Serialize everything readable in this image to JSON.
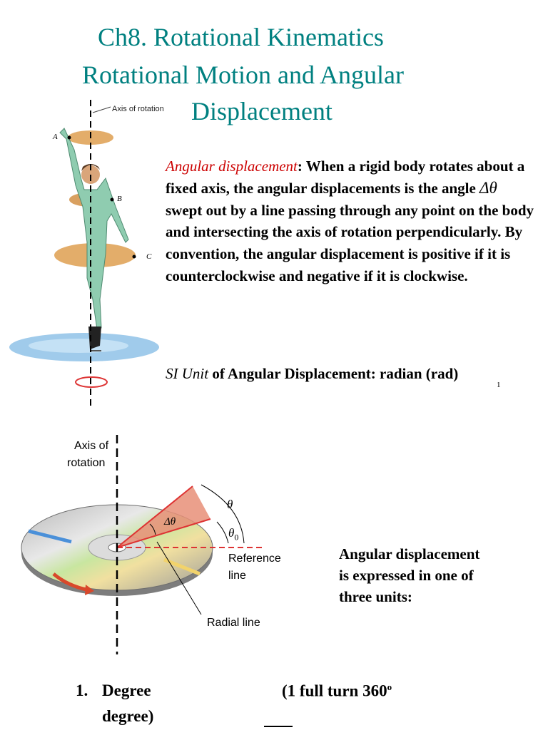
{
  "title": {
    "line1": "Ch8.   Rotational Kinematics",
    "line2": "Rotational Motion and Angular",
    "line3": "Displacement"
  },
  "skater_figure": {
    "axis_label": "Axis of rotation",
    "point_a": "A",
    "point_b": "B",
    "point_c": "C"
  },
  "definition": {
    "term": "Angular displacement",
    "colon": ":",
    "part1": " When a rigid body rotates about a fixed axis, the angular displacements is the angle ",
    "symbol": "Δθ",
    "part2": "   swept out by a line passing through any point on the body and intersecting the axis of rotation perpendicularly. By convention, the angular displacement is positive if it is counterclockwise and negative if it is clockwise."
  },
  "si_unit": {
    "term": "SI Unit",
    "rest": " of Angular Displacement: radian (rad)"
  },
  "slide_number": "1",
  "cd_figure": {
    "axis_label_line1": "Axis of",
    "axis_label_line2": "rotation",
    "theta": "θ",
    "delta_theta": "Δθ",
    "theta0": "θ",
    "theta0_sub": "0",
    "reference_line1": "Reference",
    "reference_line2": "line",
    "radial_line": "Radial line"
  },
  "units_intro": {
    "line1": "Angular displacement",
    "line2": "is expressed in one of",
    "line3": "three units:"
  },
  "list_item_1": {
    "number": "1.",
    "label_line1": "Degree",
    "label_line2": "degree)",
    "note": "(1 full turn 360",
    "note_sup": "o"
  }
}
